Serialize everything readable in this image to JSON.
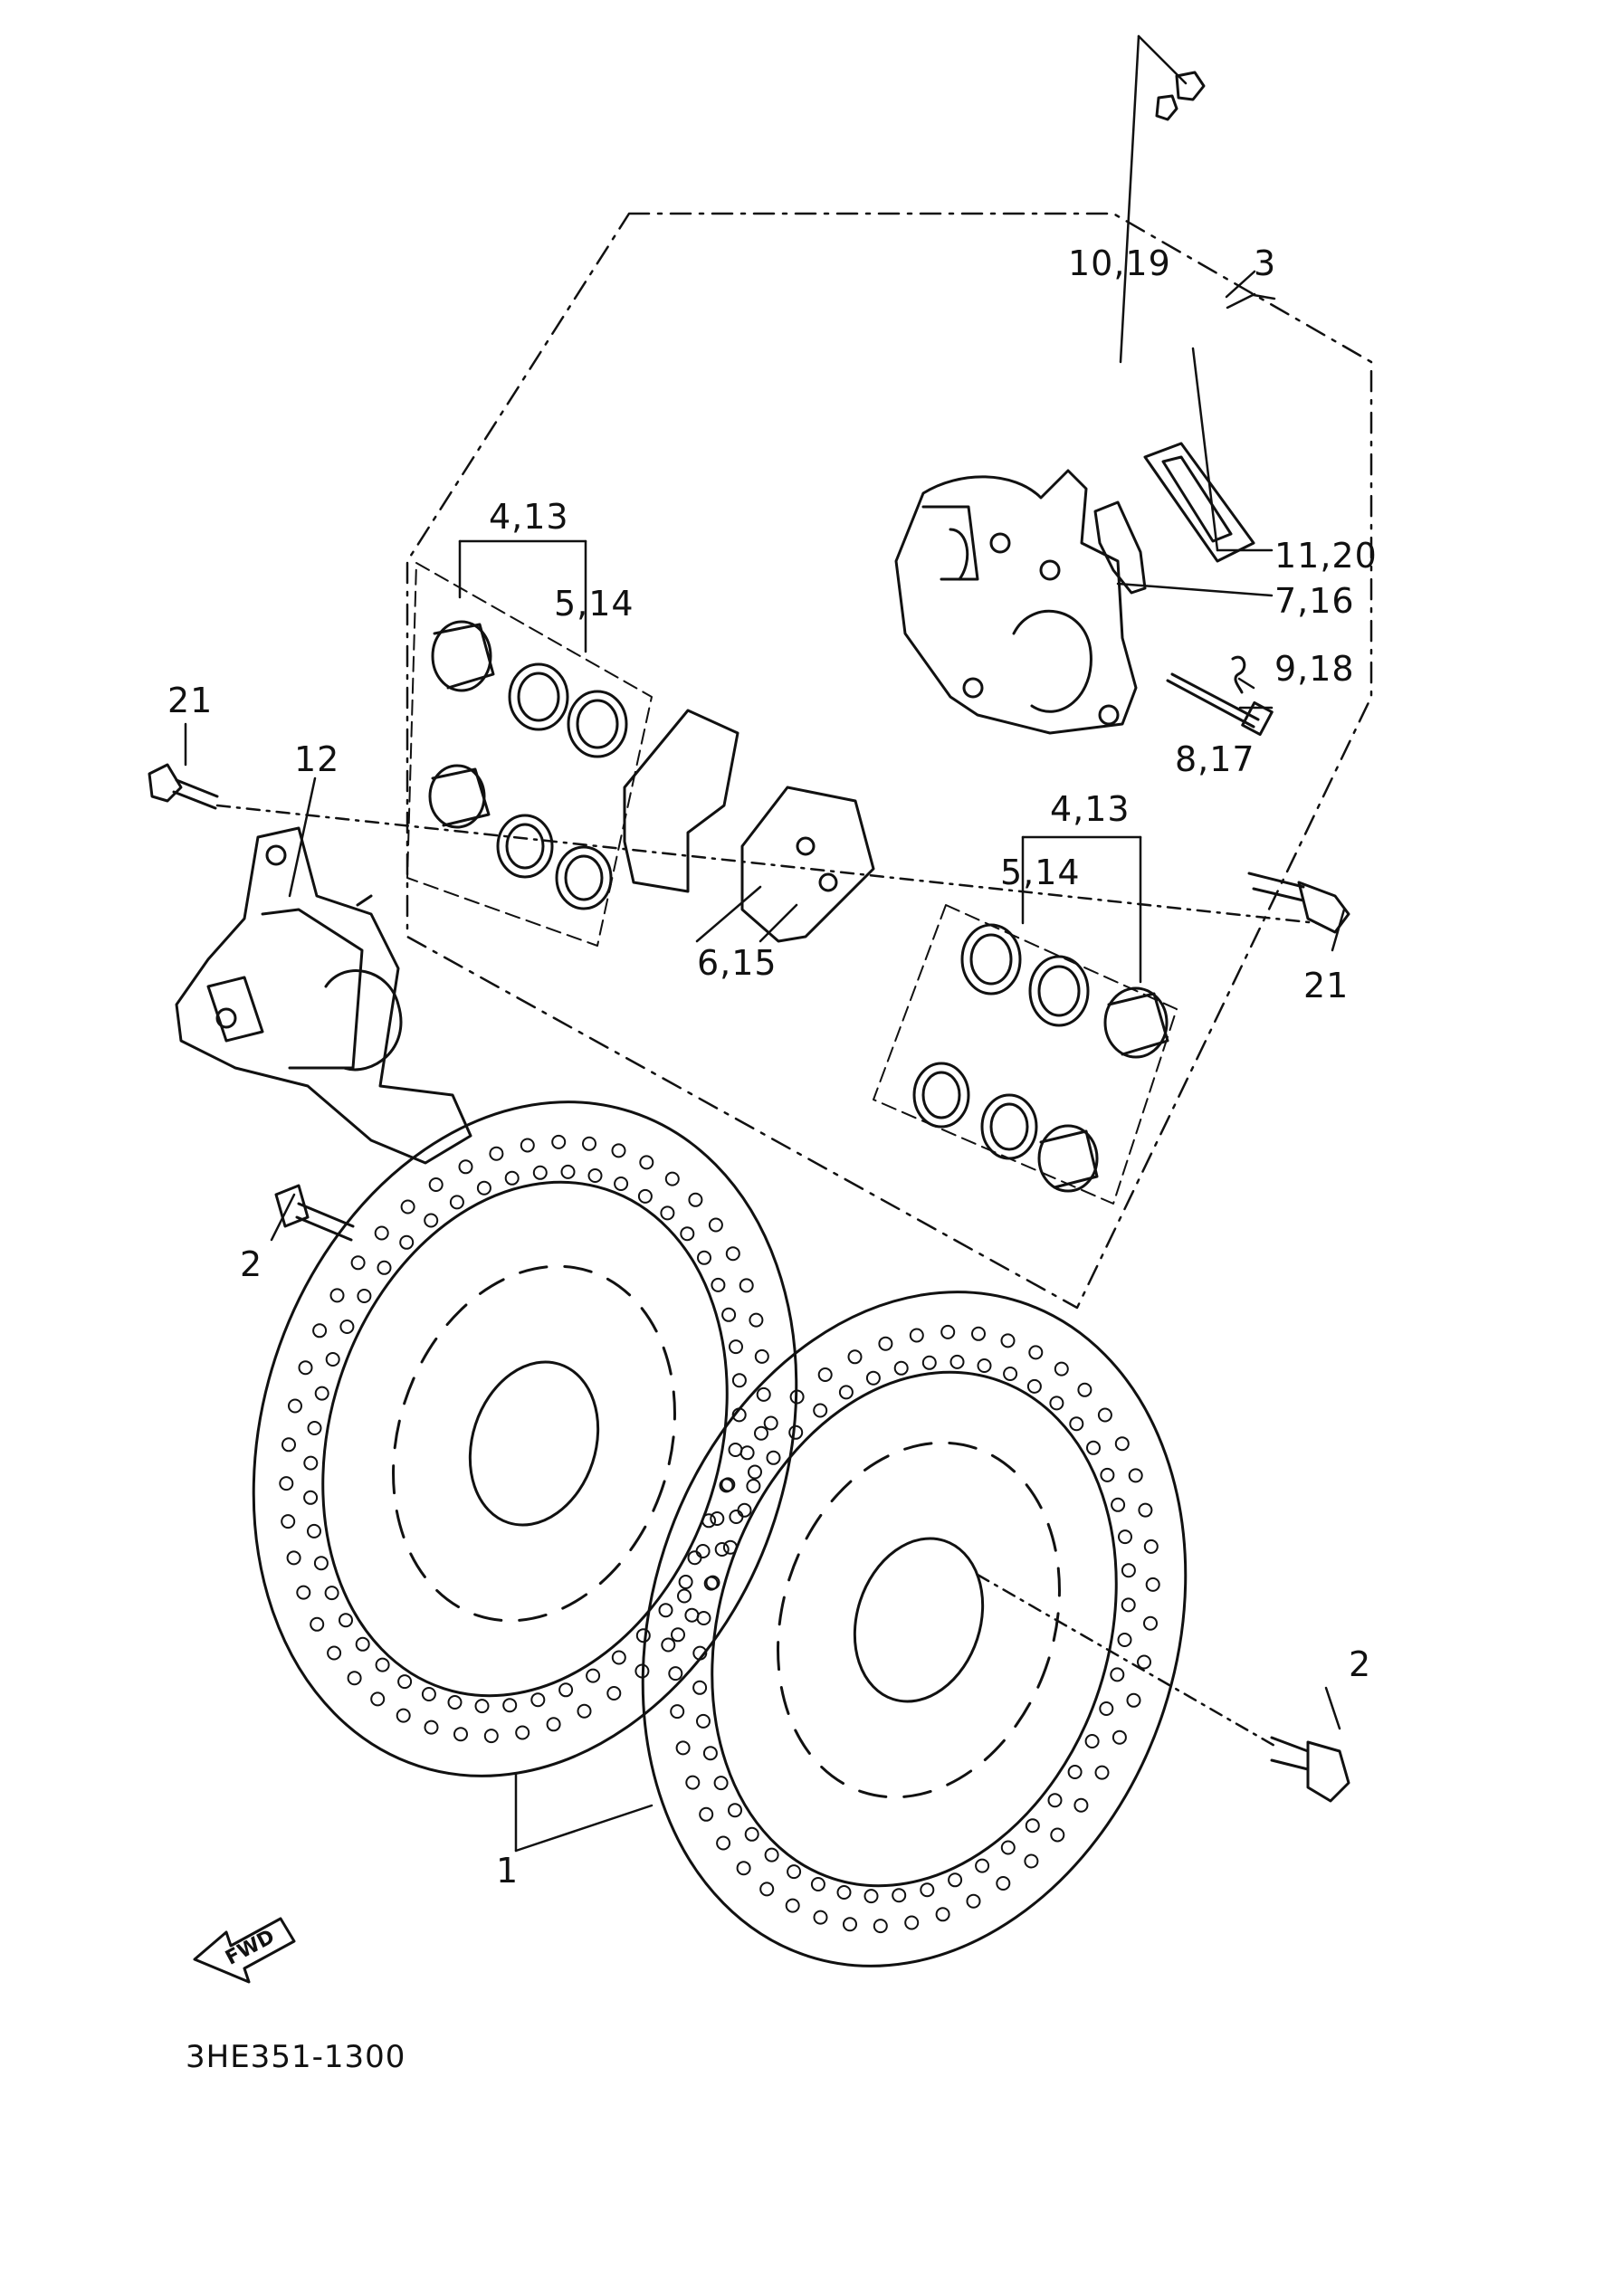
{
  "callouts": {
    "c10_19": "10,19",
    "c3": "3",
    "c11_20": "11,20",
    "c7_16": "7,16",
    "c9_18": "9,18",
    "c8_17": "8,17",
    "c4_13_top": "4,13",
    "c5_14_top": "5,14",
    "c4_13_right": "4,13",
    "c5_14_right": "5,14",
    "c6_15": "6,15",
    "c21_left": "21",
    "c12": "12",
    "c21_right": "21",
    "c2_left": "2",
    "c2_right": "2",
    "c1": "1"
  },
  "fwd_label": "FWD",
  "diagram_code": "3HE351-1300"
}
